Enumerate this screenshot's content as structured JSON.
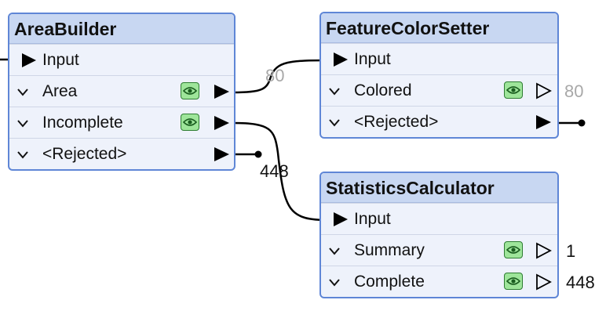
{
  "nodes": {
    "area_builder": {
      "title": "AreaBuilder",
      "input": "Input",
      "outputs": [
        "Area",
        "Incomplete",
        "<Rejected>"
      ]
    },
    "feature_color_setter": {
      "title": "FeatureColorSetter",
      "input": "Input",
      "outputs": [
        "Colored",
        "<Rejected>"
      ]
    },
    "statistics_calculator": {
      "title": "StatisticsCalculator",
      "input": "Input",
      "outputs": [
        "Summary",
        "Complete"
      ]
    }
  },
  "counts": {
    "area_to_color_setter": "80",
    "colored": "80",
    "incomplete_to_stats": "448",
    "summary": "1",
    "complete": "448"
  },
  "colors": {
    "node_border": "#5f86d6",
    "node_header": "#c8d7f2",
    "node_body": "#eef2fb",
    "inspect_fill": "#9ee59a",
    "count_grey": "#a8a8a8"
  },
  "icons": [
    "input-arrow-icon",
    "chevron-down-icon",
    "eye-icon",
    "output-arrow-icon",
    "output-arrow-outline-icon"
  ]
}
